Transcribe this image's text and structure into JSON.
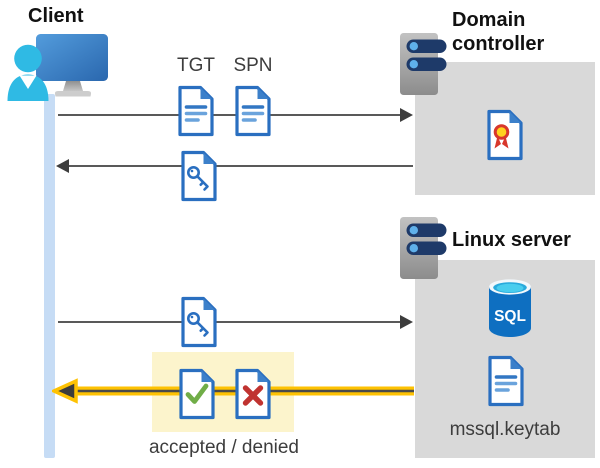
{
  "nodes": {
    "client": {
      "label": "Client"
    },
    "domain_controller": {
      "label": "Domain controller"
    },
    "linux_server": {
      "label": "Linux server"
    }
  },
  "labels": {
    "tgt": "TGT",
    "spn": "SPN",
    "sql_badge": "SQL",
    "keytab_file": "mssql.keytab",
    "result": "accepted / denied"
  },
  "icons": {
    "client": "workstation-with-user-icon",
    "domain_controller": "server-tower-icon",
    "linux_server": "server-tower-icon",
    "tgt": "document-icon",
    "spn": "document-icon",
    "service_ticket": "key-document-icon",
    "certificate": "certificate-document-icon",
    "database": "sql-database-cylinder-icon",
    "keytab": "document-icon",
    "accepted": "check-document-icon",
    "denied": "cross-document-icon"
  },
  "arrows": [
    {
      "from": "client",
      "to": "domain_controller",
      "direction": "right",
      "style": "gray"
    },
    {
      "from": "domain_controller",
      "to": "client",
      "direction": "left",
      "style": "gray"
    },
    {
      "from": "client",
      "to": "linux_server",
      "direction": "right",
      "style": "gray"
    },
    {
      "from": "linux_server",
      "to": "client",
      "direction": "left",
      "style": "yellow"
    }
  ],
  "colors": {
    "doc_border_blue": "#2a6fc0",
    "doc_line_blue": "#6aa3dc",
    "panel_gray": "#d9d9d9",
    "lifeline_blue": "#c6dcf5",
    "arrow_gray": "#595959",
    "arrow_yellow": "#fec203",
    "highlight_yellow_bg": "#fcf4cc",
    "check_green": "#70ad47",
    "cross_red": "#c03330",
    "cert_ring_red": "#d8372b",
    "cert_center_yellow": "#ffd21e",
    "sql_body_blue": "#0e6fc1",
    "sql_top_cyan": "#49cdee",
    "person_cyan": "#2fbae4",
    "monitor_blue": "#3a7fc4",
    "server_slot_navy": "#1e3a69",
    "server_led_blue": "#5fb0ea"
  }
}
